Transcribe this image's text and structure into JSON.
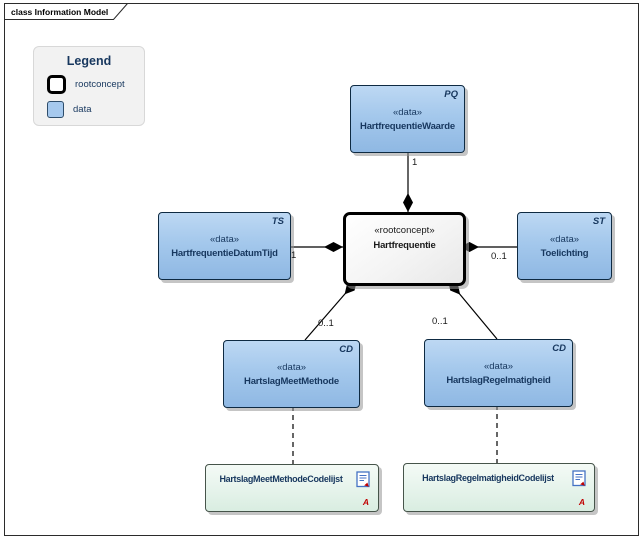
{
  "diagram": {
    "tab_label": "class Information Model"
  },
  "legend": {
    "title": "Legend",
    "items": [
      {
        "id": "rootconcept",
        "label": "rootconcept"
      },
      {
        "id": "data",
        "label": "data"
      }
    ]
  },
  "nodes": [
    {
      "id": "hartfrequentie-waarde",
      "stereotype": "«data»",
      "name": "HartfrequentieWaarde",
      "datatype": "PQ"
    },
    {
      "id": "hartfrequentie-datumtijd",
      "stereotype": "«data»",
      "name": "HartfrequentieDatumTijd",
      "datatype": "TS"
    },
    {
      "id": "hartfrequentie",
      "stereotype": "«rootconcept»",
      "name": "Hartfrequentie",
      "datatype": ""
    },
    {
      "id": "toelichting",
      "stereotype": "«data»",
      "name": "Toelichting",
      "datatype": "ST"
    },
    {
      "id": "hartslag-meetmethode",
      "stereotype": "«data»",
      "name": "HartslagMeetMethode",
      "datatype": "CD"
    },
    {
      "id": "hartslag-regelmatigheid",
      "stereotype": "«data»",
      "name": "HartslagRegelmatigheid",
      "datatype": "CD"
    }
  ],
  "codelists": [
    {
      "name": "HartslagMeetMethodeCodelijst",
      "marker": "A"
    },
    {
      "name": "HartslagRegelmatigheidCodelijst",
      "marker": "A"
    }
  ],
  "multiplicities": {
    "waarde": "1",
    "datumtijd": "1",
    "toelichting": "0..1",
    "meetmethode": "0..1",
    "regelmatigheid": "0..1"
  },
  "colors": {
    "data_fill": "#a6c9ee",
    "data_border": "#0e2a42",
    "root_fill": "#ffffff",
    "root_border": "#000000",
    "codelist_fill": "#e7f4ec",
    "legend_bg": "#f2f2f2",
    "text_navy": "#17375e",
    "marker_red": "#c00000",
    "connector": "#000000"
  }
}
